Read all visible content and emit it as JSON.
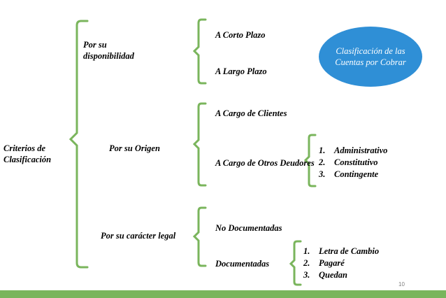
{
  "root": "Criterios de Clasificación",
  "oval": "Clasificación de las Cuentas por Cobrar",
  "branches": {
    "disponibilidad": {
      "label": "Por su disponibilidad",
      "items": [
        "A Corto Plazo",
        "A Largo Plazo"
      ]
    },
    "origen": {
      "label": "Por su Origen",
      "items": [
        "A Cargo de Clientes",
        "A Cargo de Otros Deudores"
      ],
      "sub": [
        "Administrativo",
        "Constitutivo",
        "Contingente"
      ]
    },
    "legal": {
      "label": "Por su carácter legal",
      "items": [
        "No Documentadas",
        "Documentadas"
      ],
      "sub": [
        "Letra de Cambio",
        "Pagaré",
        "Quedan"
      ]
    }
  },
  "numbers": [
    "1.",
    "2.",
    "3."
  ],
  "page_number": "10",
  "colors": {
    "bracket": "#7ab55c",
    "oval": "#2f8fd6",
    "bar": "#7ab55c"
  }
}
